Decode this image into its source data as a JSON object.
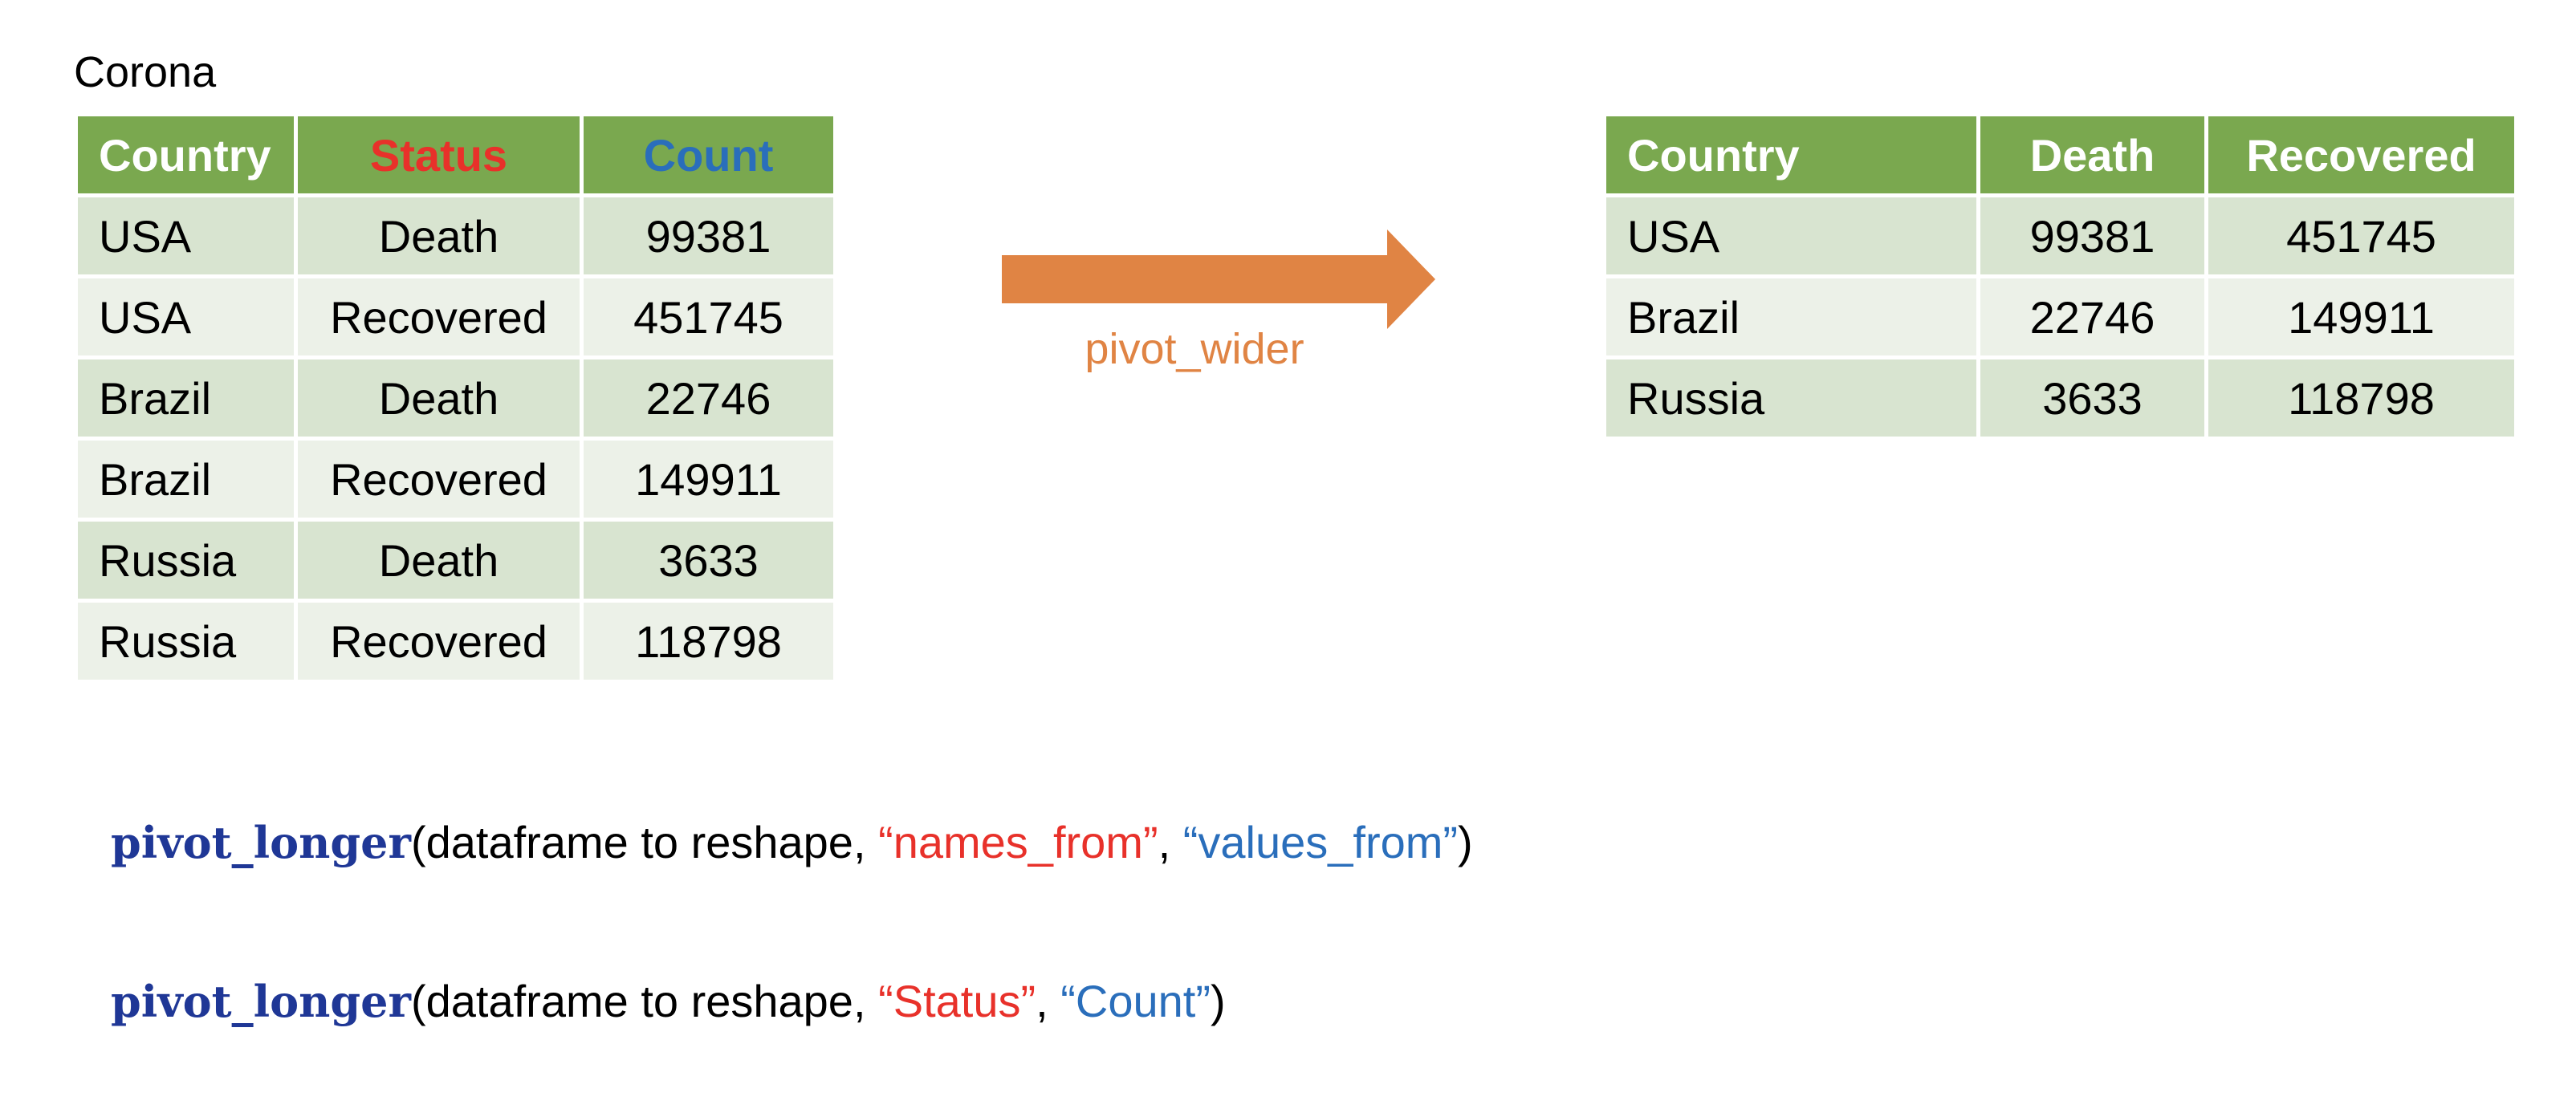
{
  "caption": "Corona",
  "left_table": {
    "headers": [
      "Country",
      "Status",
      "Count"
    ],
    "rows": [
      [
        "USA",
        "Death",
        "99381"
      ],
      [
        "USA",
        "Recovered",
        "451745"
      ],
      [
        "Brazil",
        "Death",
        "22746"
      ],
      [
        "Brazil",
        "Recovered",
        "149911"
      ],
      [
        "Russia",
        "Death",
        "3633"
      ],
      [
        "Russia",
        "Recovered",
        "118798"
      ]
    ]
  },
  "arrow_label": "pivot_wider",
  "right_table": {
    "headers": [
      "Country",
      "Death",
      "Recovered"
    ],
    "rows": [
      [
        "USA",
        "99381",
        "451745"
      ],
      [
        "Brazil",
        "22746",
        "149911"
      ],
      [
        "Russia",
        "3633",
        "118798"
      ]
    ]
  },
  "code_lines": [
    {
      "fn": "pivot_longer",
      "text1": "(dataframe to reshape, ",
      "arg1": "“names_from”",
      "sep": ", ",
      "arg2": "“values_from”",
      "close": ")"
    },
    {
      "fn": "pivot_longer",
      "text1": "(dataframe to reshape, ",
      "arg1": "“Status”",
      "sep": ", ",
      "arg2": "“Count”",
      "close": ")"
    }
  ],
  "colors": {
    "header_green": "#7aa84f",
    "row_dark": "#d8e4d0",
    "row_light": "#ecf1e8",
    "arrow_orange": "#e08444",
    "red": "#e8312a",
    "blue": "#2a6ebb",
    "code_fn": "#1f3796"
  },
  "icons": [
    "right-arrow-icon"
  ]
}
